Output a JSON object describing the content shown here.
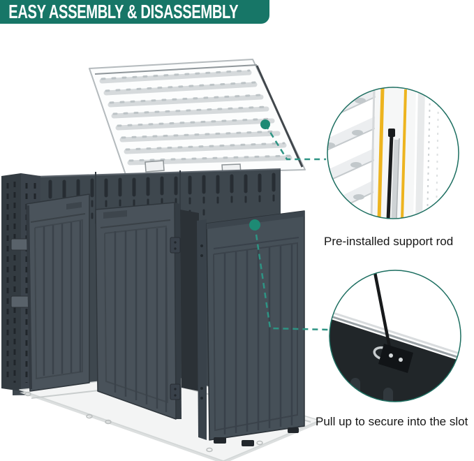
{
  "banner": {
    "label": "EASY ASSEMBLY & DISASSEMBLY",
    "bg": "#177667",
    "text_color": "#ffffff"
  },
  "labels": {
    "support_rod": "Pre-installed support rod",
    "slot": "Pull up to secure into the slot"
  },
  "colors": {
    "accent_teal": "#1d8a74",
    "connector": "#2e9484",
    "circle_border": "#1c6e60",
    "highlight_yellow": "#edb41f",
    "panel_dark": "#49525a",
    "back_panel": "#3e474e",
    "lid_white": "#fcfdfd",
    "base_white": "#f3f4f4",
    "rod_black": "#17191b"
  },
  "figure": {
    "type": "product-assembly-diagram",
    "parts": [
      "lid panel",
      "back wall panel",
      "folded left side panels",
      "front left door",
      "front right door",
      "right side panel",
      "floor base panel",
      "pre-installed support rod",
      "rod anchor slot"
    ]
  }
}
